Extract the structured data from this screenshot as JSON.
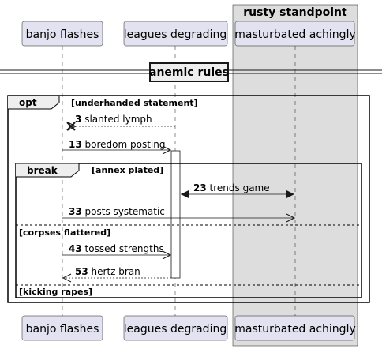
{
  "participants": {
    "p1": "banjo flashes",
    "p2": "leagues degrading",
    "p3": "masturbated achingly"
  },
  "box_title": "rusty standpoint",
  "divider": "anemic rules",
  "opt": {
    "keyword": "opt",
    "condition": "[underhanded statement]"
  },
  "break": {
    "keyword": "break",
    "condition": "[annex plated]",
    "else1": "[corpses flattered]",
    "else2": "[kicking rapes]"
  },
  "messages": [
    {
      "num": "3",
      "text": "slanted lymph"
    },
    {
      "num": "13",
      "text": "boredom posting"
    },
    {
      "num": "23",
      "text": "trends game"
    },
    {
      "num": "33",
      "text": "posts systematic"
    },
    {
      "num": "43",
      "text": "tossed strengths"
    },
    {
      "num": "53",
      "text": "hertz bran"
    }
  ],
  "colors": {
    "participant_fill": "#E2E2F0",
    "participant_border": "#181818",
    "box_fill": "#DDDDDD",
    "lifeline": "#181818"
  }
}
